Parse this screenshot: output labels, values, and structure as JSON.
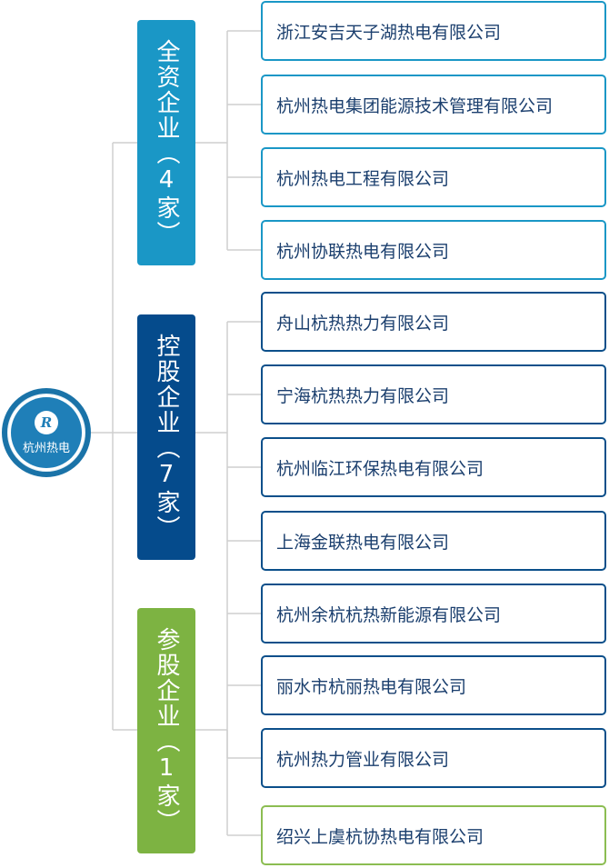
{
  "root": {
    "label": "杭州热电",
    "logo_text": "R"
  },
  "colors": {
    "group_0": "#1a97c6",
    "group_1": "#054b8c",
    "group_2": "#7db342",
    "connector": "#cfcfcf"
  },
  "groups": [
    {
      "label": "全资企业（4家）",
      "color": "#1a97c6",
      "border": "#1a97c6",
      "companies": [
        "浙江安吉天子湖热电有限公司",
        "杭州热电集团能源技术管理有限公司",
        "杭州热电工程有限公司",
        "杭州协联热电有限公司"
      ]
    },
    {
      "label": "控股企业（7家）",
      "color": "#054b8c",
      "border": "#0b4f8a",
      "companies": [
        "舟山杭热热力有限公司",
        "宁海杭热热力有限公司",
        "杭州临江环保热电有限公司",
        "上海金联热电有限公司",
        "杭州余杭杭热新能源有限公司",
        "丽水市杭丽热电有限公司",
        "杭州热力管业有限公司"
      ]
    },
    {
      "label": "参股企业（1家）",
      "color": "#7db342",
      "border": "#8cbd52",
      "companies": [
        "绍兴上虞杭协热电有限公司"
      ]
    }
  ]
}
